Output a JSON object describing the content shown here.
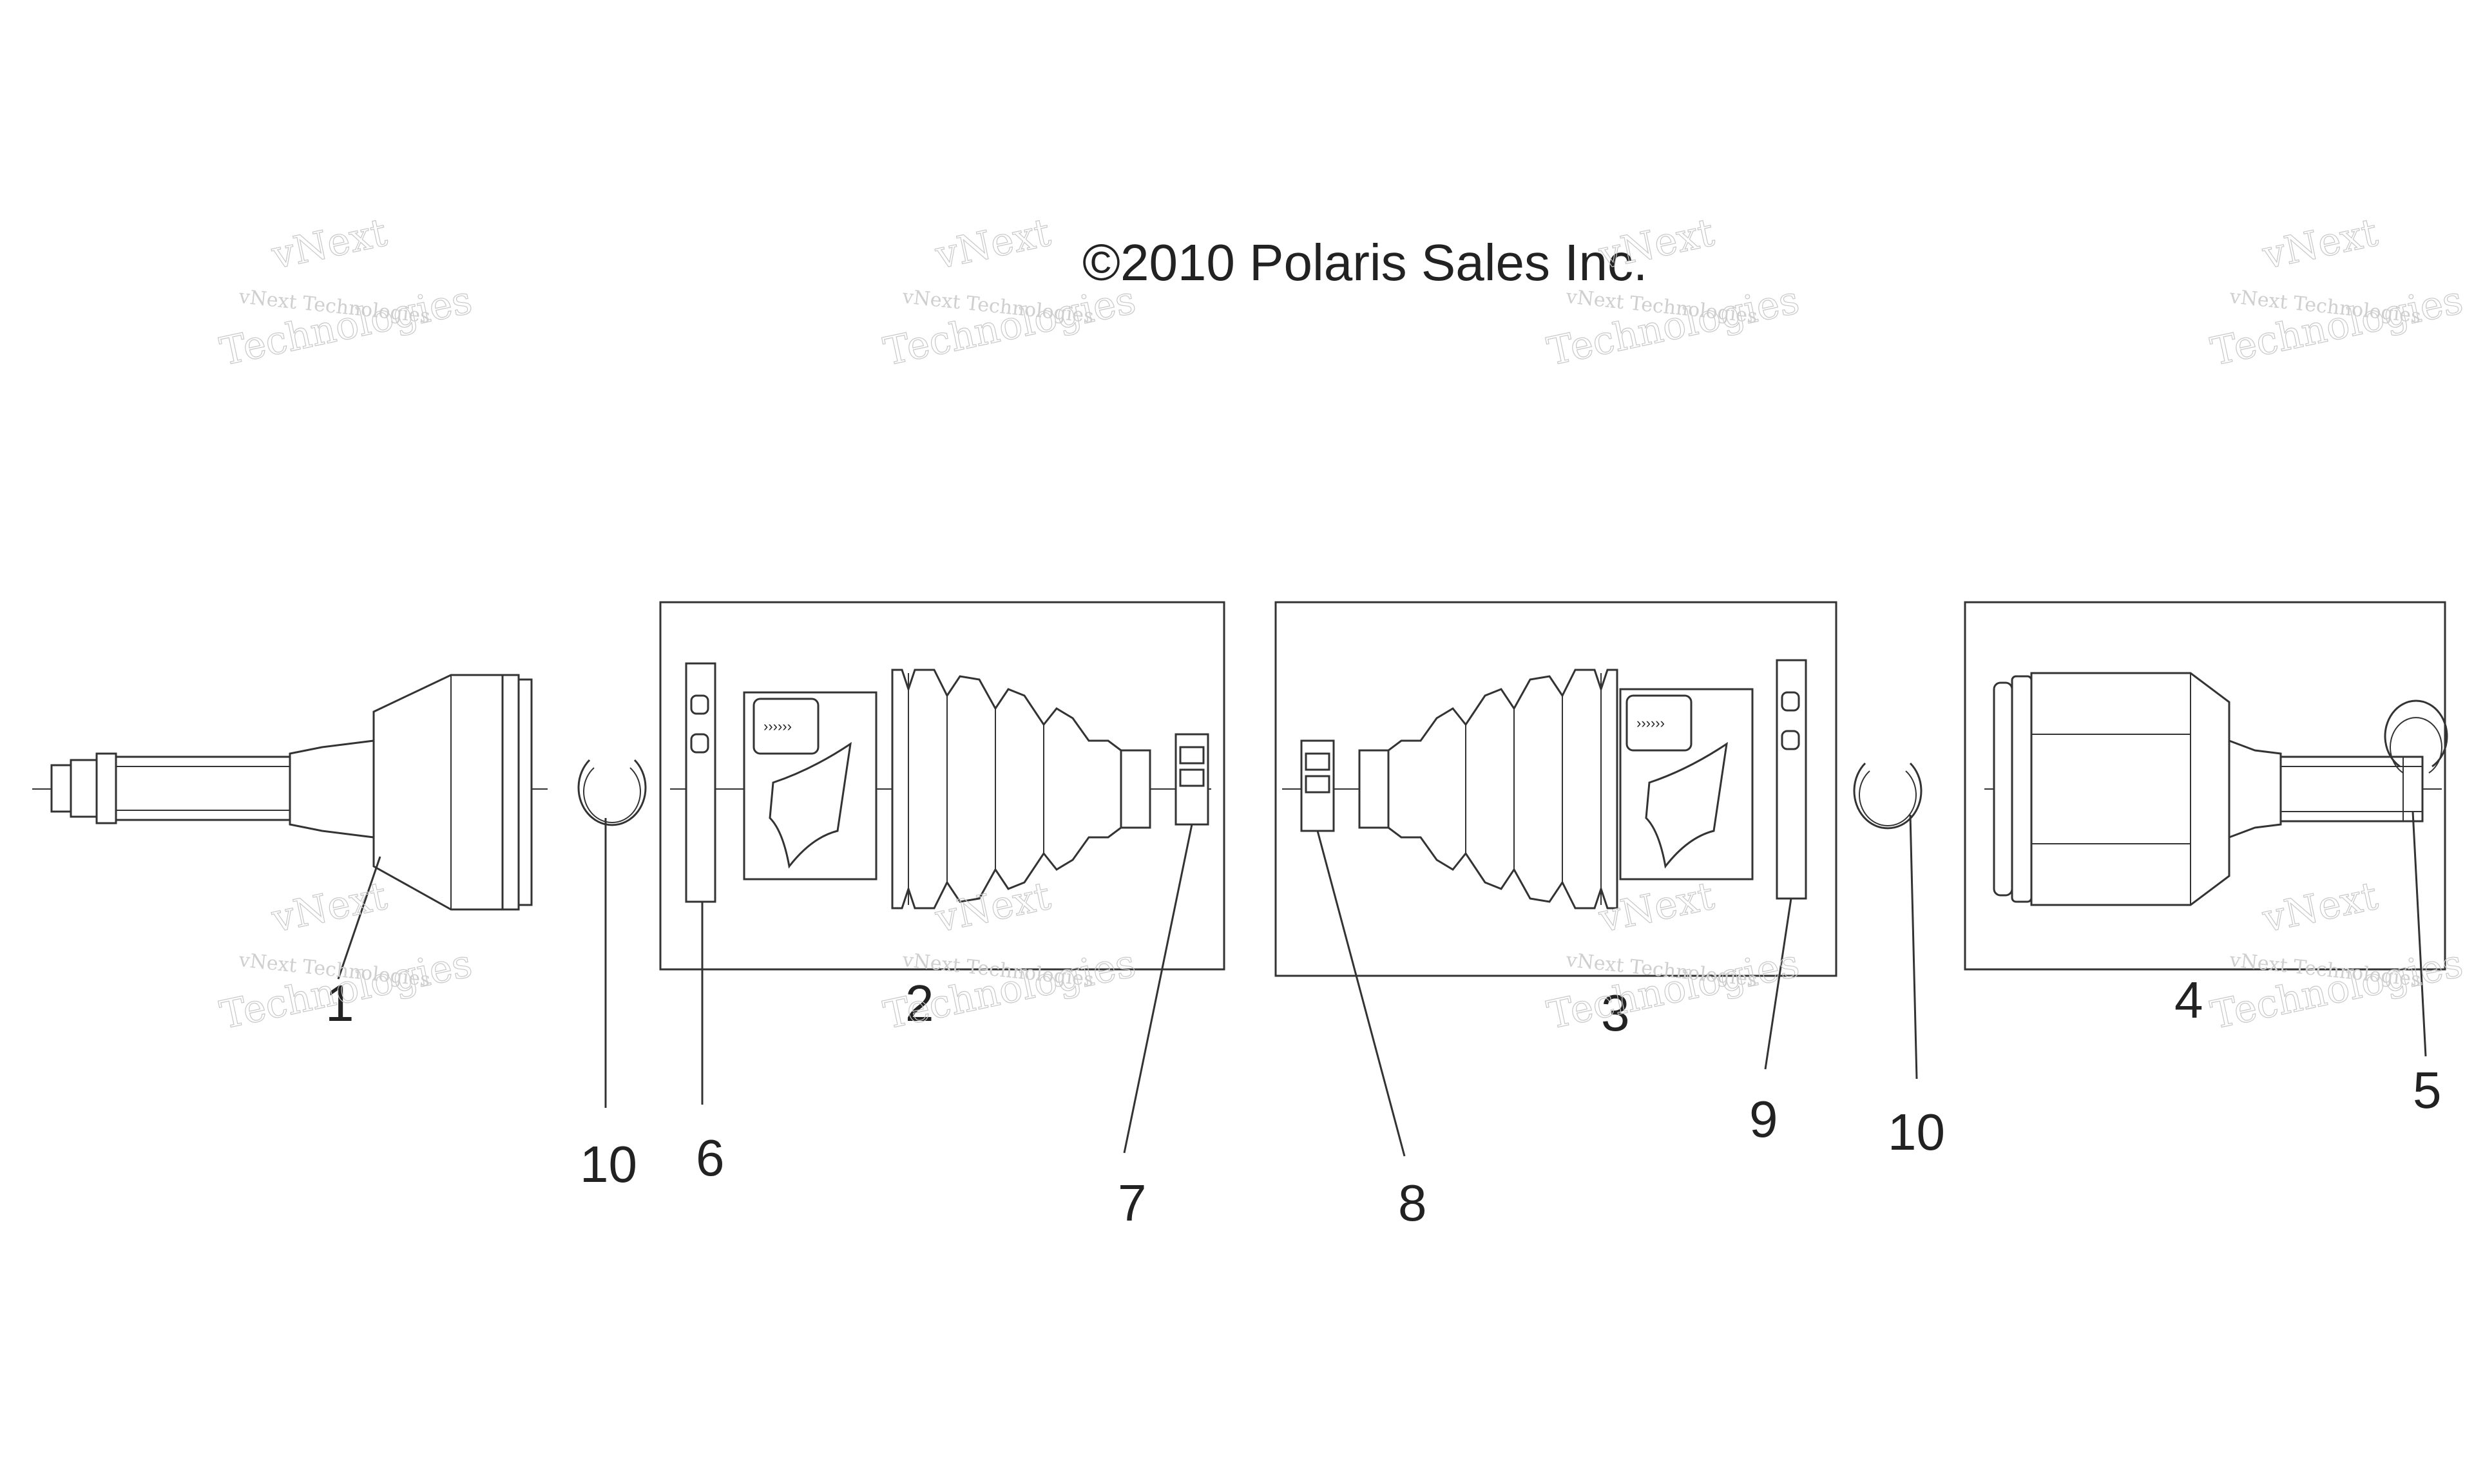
{
  "copyright": "©2010 Polaris Sales Inc.",
  "watermark": {
    "line1": "vNext Technologies",
    "line2": "vNext",
    "line3": "Technologies"
  },
  "callouts": [
    {
      "id": "c1",
      "text": "1"
    },
    {
      "id": "c2",
      "text": "2"
    },
    {
      "id": "c3",
      "text": "3"
    },
    {
      "id": "c4",
      "text": "4"
    },
    {
      "id": "c5",
      "text": "5"
    },
    {
      "id": "c6",
      "text": "6"
    },
    {
      "id": "c7",
      "text": "7"
    },
    {
      "id": "c8",
      "text": "8"
    },
    {
      "id": "c9",
      "text": "9"
    },
    {
      "id": "c10a",
      "text": "10"
    },
    {
      "id": "c10b",
      "text": "10"
    }
  ]
}
